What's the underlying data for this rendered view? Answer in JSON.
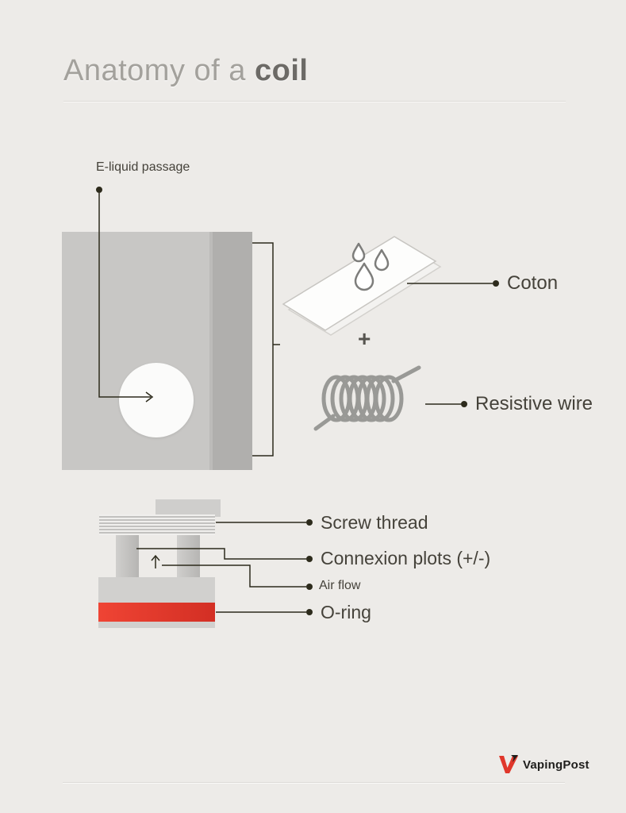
{
  "title": {
    "prefix": "Anatomy of a ",
    "emphasis": "coil"
  },
  "callouts": {
    "eliquid_passage": "E-liquid passage",
    "coton": "Coton",
    "plus_sign": "+",
    "resistive_wire": "Resistive wire",
    "screw_thread": "Screw thread",
    "connexion_plots": "Connexion plots (+/-)",
    "air_flow": "Air flow",
    "o_ring": "O-ring"
  },
  "footer": {
    "brand": "VapingPost"
  },
  "colors": {
    "background": "#edebe8",
    "leader_line": "#2d2b1c",
    "label_text": "#45423a",
    "accent_red": "#e0382b",
    "coil_body_gray": "#c8c7c5",
    "coil_body_shadow": "#b0afad",
    "wire_gray": "#999996"
  }
}
